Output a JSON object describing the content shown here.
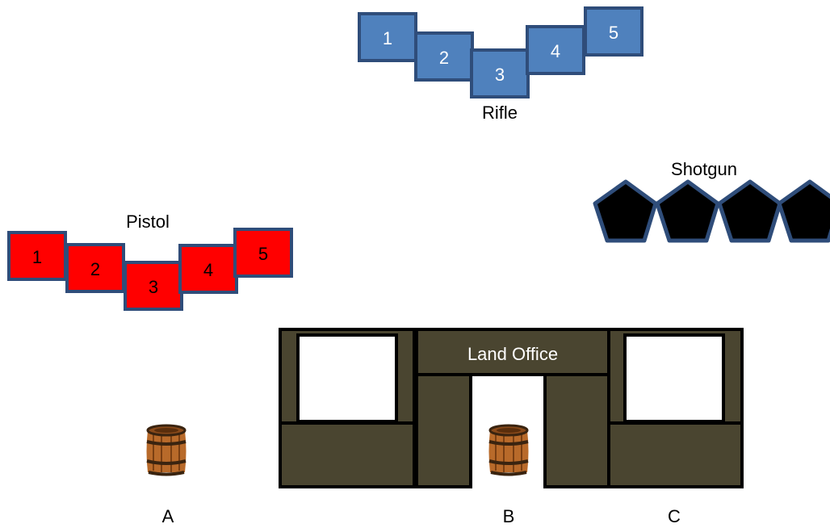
{
  "rifle": {
    "label": "Rifle",
    "targets": [
      "1",
      "2",
      "3",
      "4",
      "5"
    ],
    "fill": "#4f81bd",
    "stroke": "#2f4d7a"
  },
  "pistol": {
    "label": "Pistol",
    "targets": [
      "1",
      "2",
      "3",
      "4",
      "5"
    ],
    "fill": "#ff0000",
    "stroke": "#2f4d7a"
  },
  "shotgun": {
    "label": "Shotgun",
    "target_count": 4,
    "fill": "#000000",
    "stroke": "#2f4d7a"
  },
  "building": {
    "sign": "Land Office",
    "wall_color": "#4a4530",
    "outline_color": "#000000"
  },
  "positions": [
    "A",
    "B",
    "C"
  ],
  "icons": [
    "barrel-icon"
  ]
}
